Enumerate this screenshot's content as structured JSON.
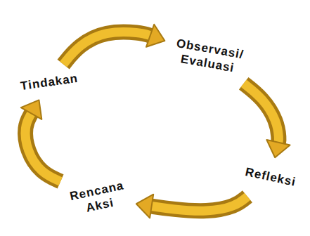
{
  "diagram": {
    "nodes": [
      {
        "text": [
          "Observasi/ Evaluasi"
        ]
      },
      {
        "text": [
          "Tindakan"
        ]
      },
      {
        "text": [
          "Refleksi"
        ]
      },
      {
        "text": [
          "Rencana Aksi"
        ]
      }
    ],
    "edges": [
      {
        "from": 1,
        "to": 0,
        "arrow": "to"
      },
      {
        "from": 0,
        "to": 2,
        "arrow": "to"
      },
      {
        "from": 2,
        "to": 3,
        "arrow": "to"
      },
      {
        "from": 3,
        "to": 1,
        "arrow": "to"
      }
    ]
  }
}
